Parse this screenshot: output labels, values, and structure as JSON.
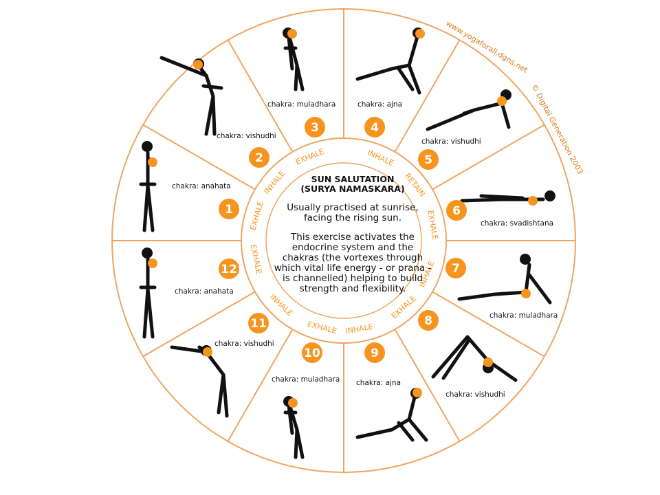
{
  "center": {
    "title_line1": "SUN SALUTATION",
    "title_line2": "(SURYA NAMASKARA)",
    "intro": "Usually practised at sunrise, facing the rising sun.",
    "description": "This exercise activates the endocrine system and the chakras (the vortexes through which vital life energy - or prana - is channelled) helping to build strength and flexibility."
  },
  "credits": {
    "website": "www.yogaforall.dgns.net",
    "copyright": "© Digital Generation 2003"
  },
  "colors": {
    "accent": "#f7941d",
    "line": "#f0a460",
    "body": "#111111"
  },
  "breath_labels": [
    "INHALE",
    "EXHALE",
    "INHALE",
    "RETAIN",
    "EXHALE",
    "INHALE",
    "EXHALE",
    "INHALE",
    "EXHALE",
    "INHALE",
    "EXHALE",
    "EXHALE"
  ],
  "steps": [
    {
      "number": "1",
      "chakra": "chakra: anahata"
    },
    {
      "number": "2",
      "chakra": "chakra: vishudhi"
    },
    {
      "number": "3",
      "chakra": "chakra: muladhara"
    },
    {
      "number": "4",
      "chakra": "chakra: ajna"
    },
    {
      "number": "5",
      "chakra": "chakra: vishudhi"
    },
    {
      "number": "6",
      "chakra": "chakra: svadishtana"
    },
    {
      "number": "7",
      "chakra": "chakra: muladhara"
    },
    {
      "number": "8",
      "chakra": "chakra: vishudhi"
    },
    {
      "number": "9",
      "chakra": "chakra: ajna"
    },
    {
      "number": "10",
      "chakra": "chakra: muladhara"
    },
    {
      "number": "11",
      "chakra": "chakra: vishudhi"
    },
    {
      "number": "12",
      "chakra": "chakra: anahata"
    }
  ]
}
